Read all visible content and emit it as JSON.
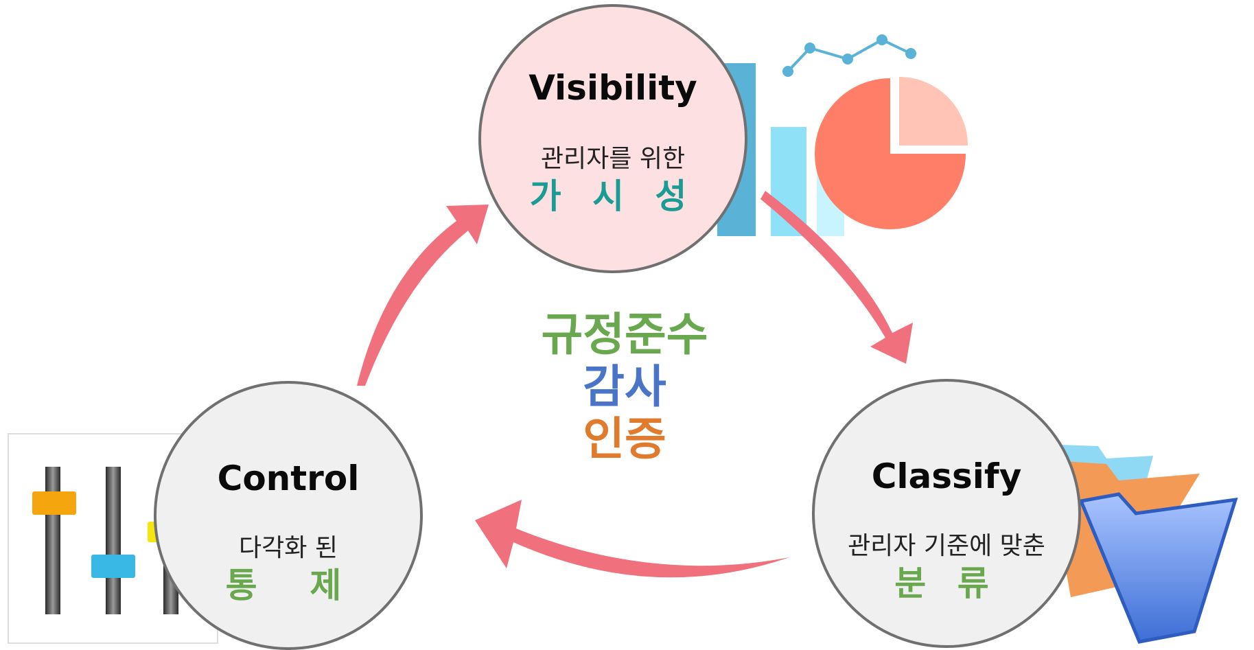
{
  "colors": {
    "arrow": "#f0707e",
    "circle_border": "#707070",
    "visibility_fill": "#fde0e2",
    "gray_fill": "#f0f0f0",
    "teal": "#1a9c94",
    "green": "#6aa84f",
    "blue": "#4a74c8",
    "orange": "#e07b2e"
  },
  "nodes": {
    "visibility": {
      "title": "Visibility",
      "subtitle": "관리자를 위한",
      "keyword": "가 시 성"
    },
    "classify": {
      "title": "Classify",
      "subtitle": "관리자 기준에 맞춘",
      "keyword": "분 류"
    },
    "control": {
      "title": "Control",
      "subtitle": "다각화 된",
      "keyword": "통  제"
    }
  },
  "center": {
    "line1": "규정준수",
    "line2": "감사",
    "line3": "인증"
  },
  "icons": {
    "visibility": "charts-icon",
    "classify": "folders-icon",
    "control": "sliders-icon"
  }
}
